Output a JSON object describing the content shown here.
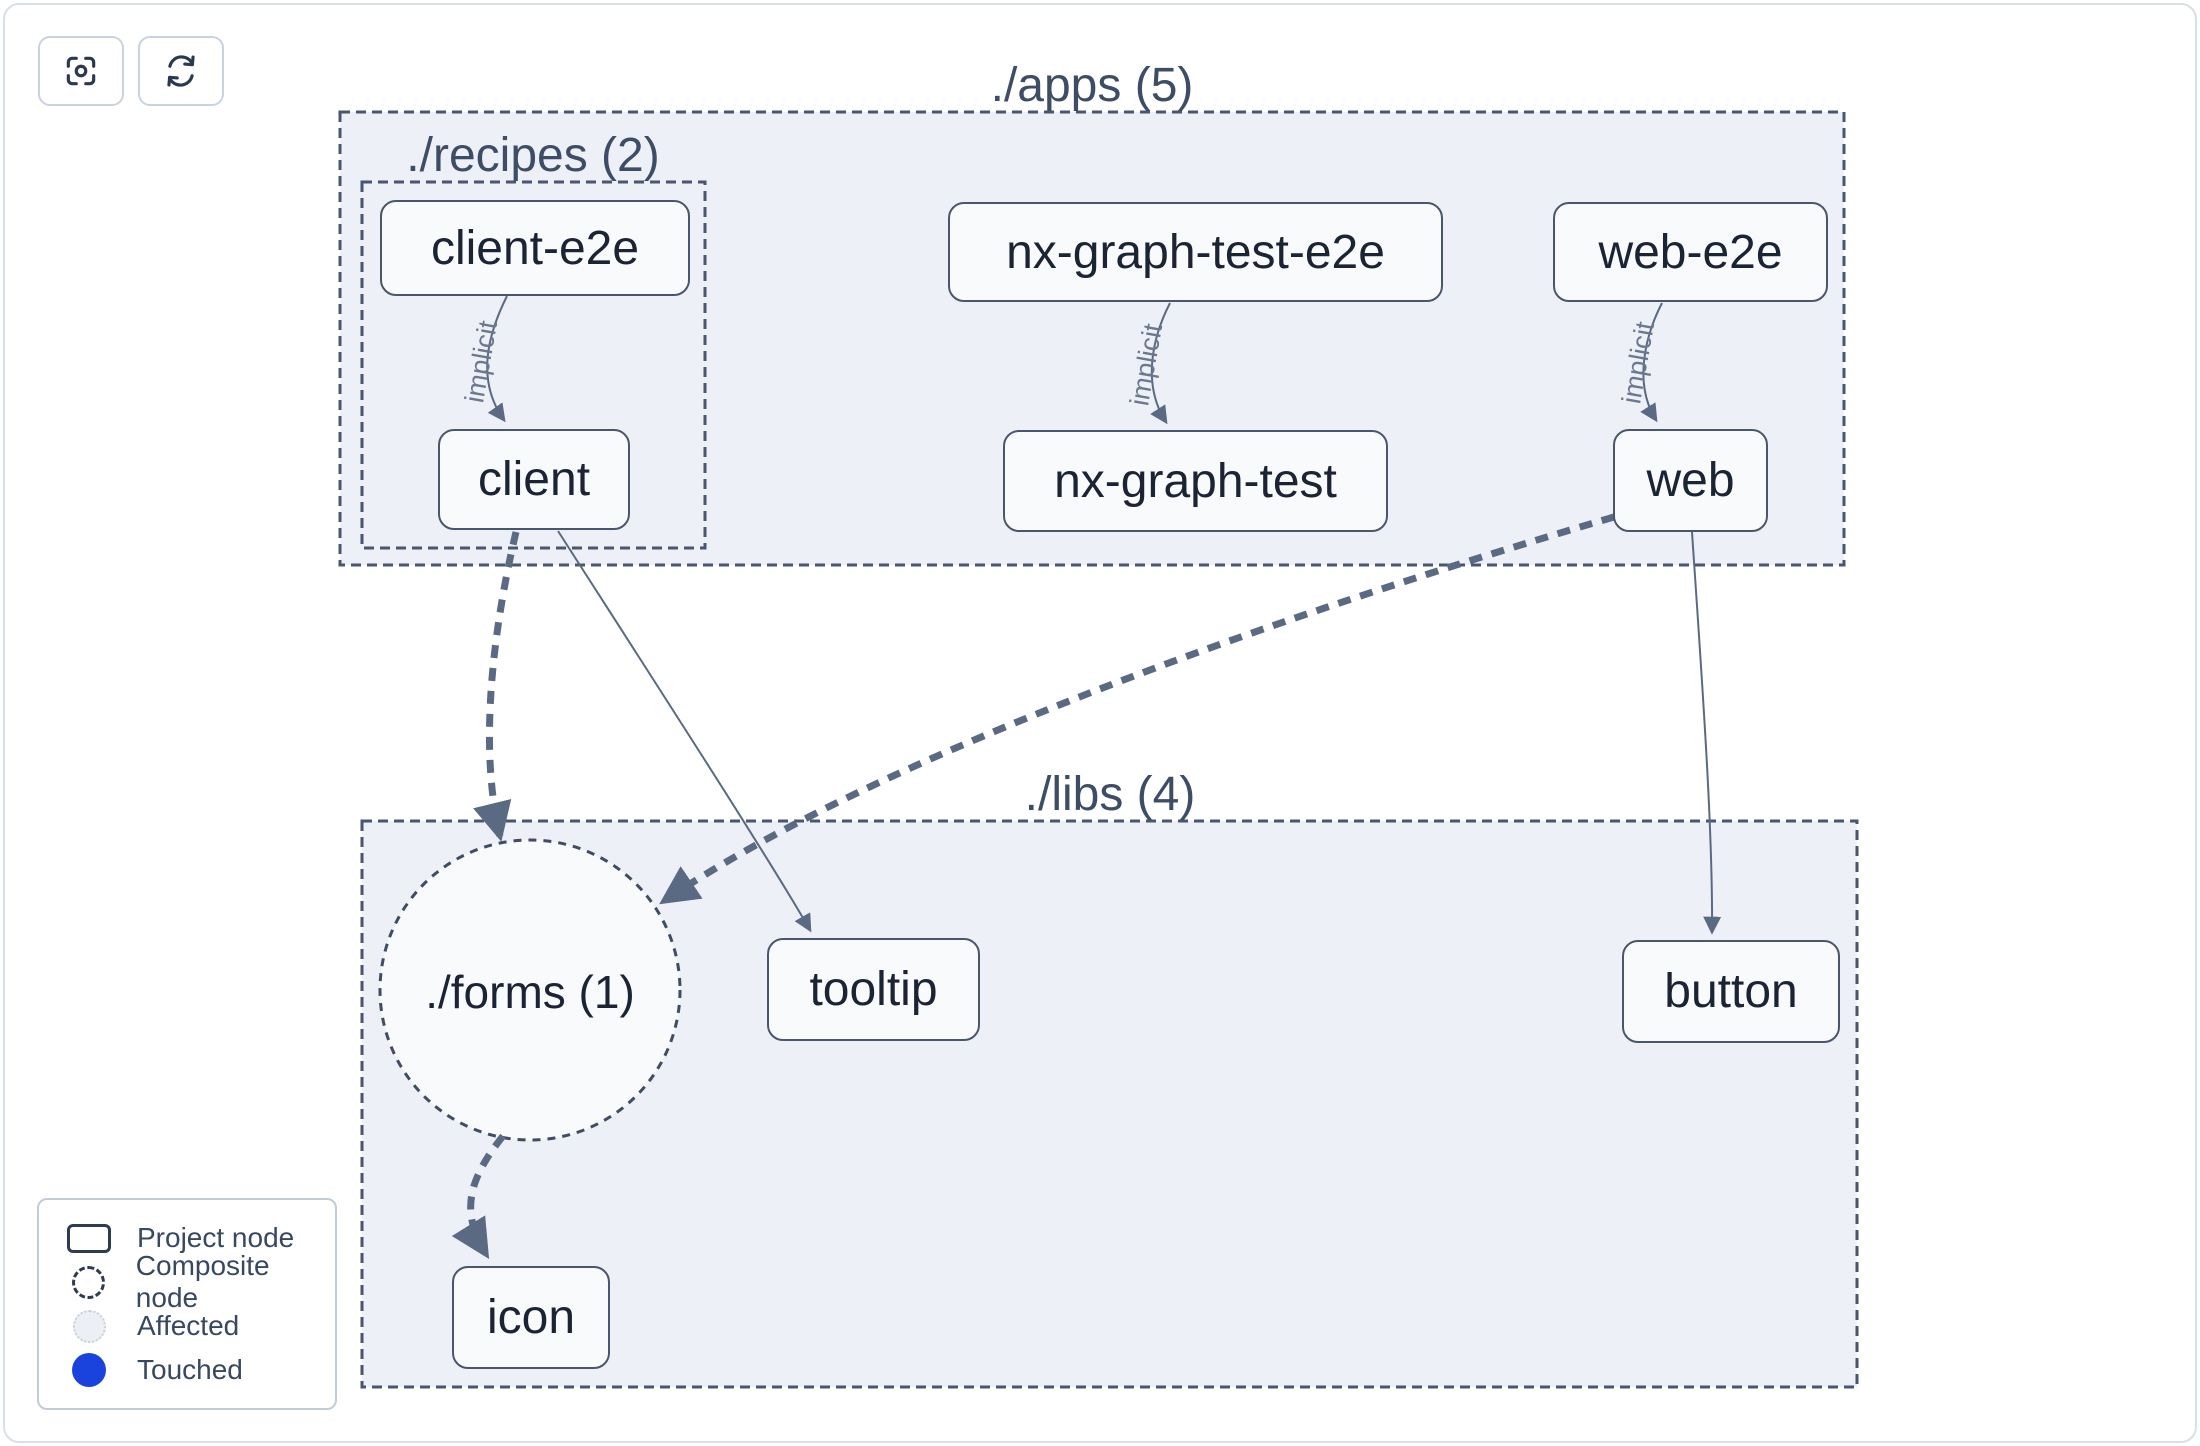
{
  "toolbar": {
    "buttons": [
      {
        "icon": "scan-focus-icon",
        "action": "focus"
      },
      {
        "icon": "refresh-icon",
        "action": "refresh"
      }
    ]
  },
  "graph": {
    "containers": [
      {
        "id": "apps",
        "label": "./apps (5)"
      },
      {
        "id": "recipes",
        "label": "./recipes (2)"
      },
      {
        "id": "libs",
        "label": "./libs (4)"
      }
    ],
    "composite": {
      "label": "./forms (1)"
    },
    "nodes": [
      {
        "label": "client-e2e"
      },
      {
        "label": "client"
      },
      {
        "label": "nx-graph-test-e2e"
      },
      {
        "label": "nx-graph-test"
      },
      {
        "label": "web-e2e"
      },
      {
        "label": "web"
      },
      {
        "label": "tooltip"
      },
      {
        "label": "button"
      },
      {
        "label": "icon"
      }
    ],
    "edges": [
      {
        "from": "client-e2e",
        "to": "client",
        "label": "implicit",
        "style": "solid-thin"
      },
      {
        "from": "nx-graph-test-e2e",
        "to": "nx-graph-test",
        "label": "implicit",
        "style": "solid-thin"
      },
      {
        "from": "web-e2e",
        "to": "web",
        "label": "implicit",
        "style": "solid-thin"
      },
      {
        "from": "client",
        "to": "./forms (1)",
        "style": "dashed-thick"
      },
      {
        "from": "web",
        "to": "./forms (1)",
        "style": "dashed-thick"
      },
      {
        "from": "./forms (1)",
        "to": "icon",
        "style": "dashed-thick"
      },
      {
        "from": "client",
        "to": "tooltip",
        "style": "solid-thin"
      },
      {
        "from": "web",
        "to": "button",
        "style": "solid-thin"
      }
    ]
  },
  "legend": {
    "items": [
      {
        "swatch": "project-node-swatch",
        "label": "Project node"
      },
      {
        "swatch": "composite-node-swatch",
        "label": "Composite node"
      },
      {
        "swatch": "affected-swatch",
        "label": "Affected"
      },
      {
        "swatch": "touched-swatch",
        "label": "Touched"
      }
    ]
  },
  "colors": {
    "container_fill": "#edf0f6",
    "container_border": "#48566e",
    "node_fill": "#f9fafc",
    "node_border": "#4a566d",
    "node_text": "#1b2434",
    "edge": "#5b6a83",
    "edge_label": "#6b7890",
    "touched_blue": "#1a43dd",
    "affected_fill": "#eceff4"
  }
}
